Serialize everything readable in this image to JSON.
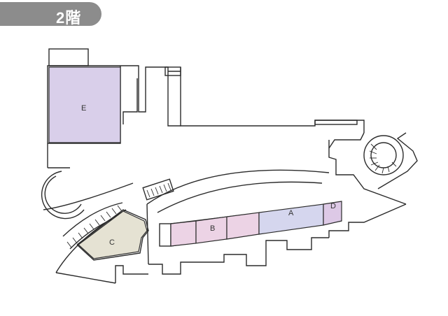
{
  "header": {
    "floor": "2階"
  },
  "rooms": [
    {
      "key": "E",
      "label": "E",
      "color": "#d9cfea"
    },
    {
      "key": "B",
      "label": "B",
      "color": "#ecd3e5"
    },
    {
      "key": "A",
      "label": "A",
      "color": "#d5d6ee"
    },
    {
      "key": "D",
      "label": "D",
      "color": "#ddc9e6"
    },
    {
      "key": "C",
      "label": "C",
      "color": "#e5e2d3"
    }
  ],
  "colors": {
    "tab": "#8c8c8c",
    "line": "#2b2b2b"
  }
}
